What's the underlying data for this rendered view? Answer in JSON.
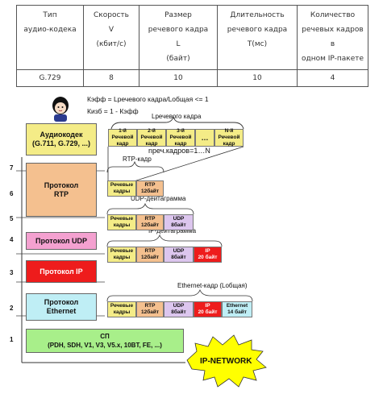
{
  "table": {
    "headers": [
      [
        "Тип",
        "аудио-кодека"
      ],
      [
        "Скорость",
        "V",
        "(кбит/с)"
      ],
      [
        "Размер",
        "речевого кадра",
        "L",
        "(байт)"
      ],
      [
        "Длительность",
        "речевого кадра",
        "T(мс)"
      ],
      [
        "Количество",
        "речевых кадров в",
        "одном IP-пакете"
      ]
    ],
    "row": [
      "G.729",
      "8",
      "10",
      "10",
      "4"
    ]
  },
  "formulas": {
    "keff": "Кэфф = Lречевого кадра/Lобщая <= 1",
    "kizb": "Кизб = 1 - Кэфф"
  },
  "levels": [
    "7",
    "6",
    "5",
    "4",
    "3",
    "2",
    "1"
  ],
  "stack": {
    "codec": [
      "Аудиокодек",
      "(G.711, G.729, ...)"
    ],
    "rtp": [
      "Протокол",
      "RTP"
    ],
    "udp": "Протокол UDP",
    "ip": "Протокол IP",
    "ethernet": [
      "Протокол",
      "Ethernet"
    ],
    "sp": [
      "СП",
      "(PDH, SDH, V1, V3, V5.x, 10BT, FE, ...)"
    ]
  },
  "labels": {
    "speech_frame": "Lречевого кадра",
    "frames_count": "nреч.кадров=1…N",
    "rtp_frame": "RTP-кадр",
    "udp_datagram": "UDP-дейтаграмма",
    "ip_datagram": "IP-дейтаграмма",
    "ethernet_frame": "Ethernet-кадр (Lобщая)"
  },
  "frames": {
    "f1": [
      "1-й",
      "Речевой",
      "кадр"
    ],
    "f2": [
      "2-й",
      "Речевой",
      "кадр"
    ],
    "f3": [
      "3-й",
      "Речевой",
      "кадр"
    ],
    "dots": "…",
    "fn": [
      "N-й",
      "Речевой",
      "кадр"
    ]
  },
  "segments": {
    "speech": [
      "Речевые",
      "кадры"
    ],
    "rtp": [
      "RTP",
      "12байт"
    ],
    "udp": [
      "UDP",
      "8байт"
    ],
    "ip": [
      "IP",
      "20 байт"
    ],
    "eth": [
      "Ethernet",
      "14 байт"
    ]
  },
  "network": "IP-NETWORK",
  "colors": {
    "codec": "#f4ec87",
    "rtp": "#f4c08f",
    "udp": "#f4a1d0",
    "ip": "#ee1c1c",
    "ethernet": "#bfeef5",
    "sp": "#a8ef8a",
    "udp_segment": "#dcc6ee",
    "network_burst": "#ffff00"
  }
}
